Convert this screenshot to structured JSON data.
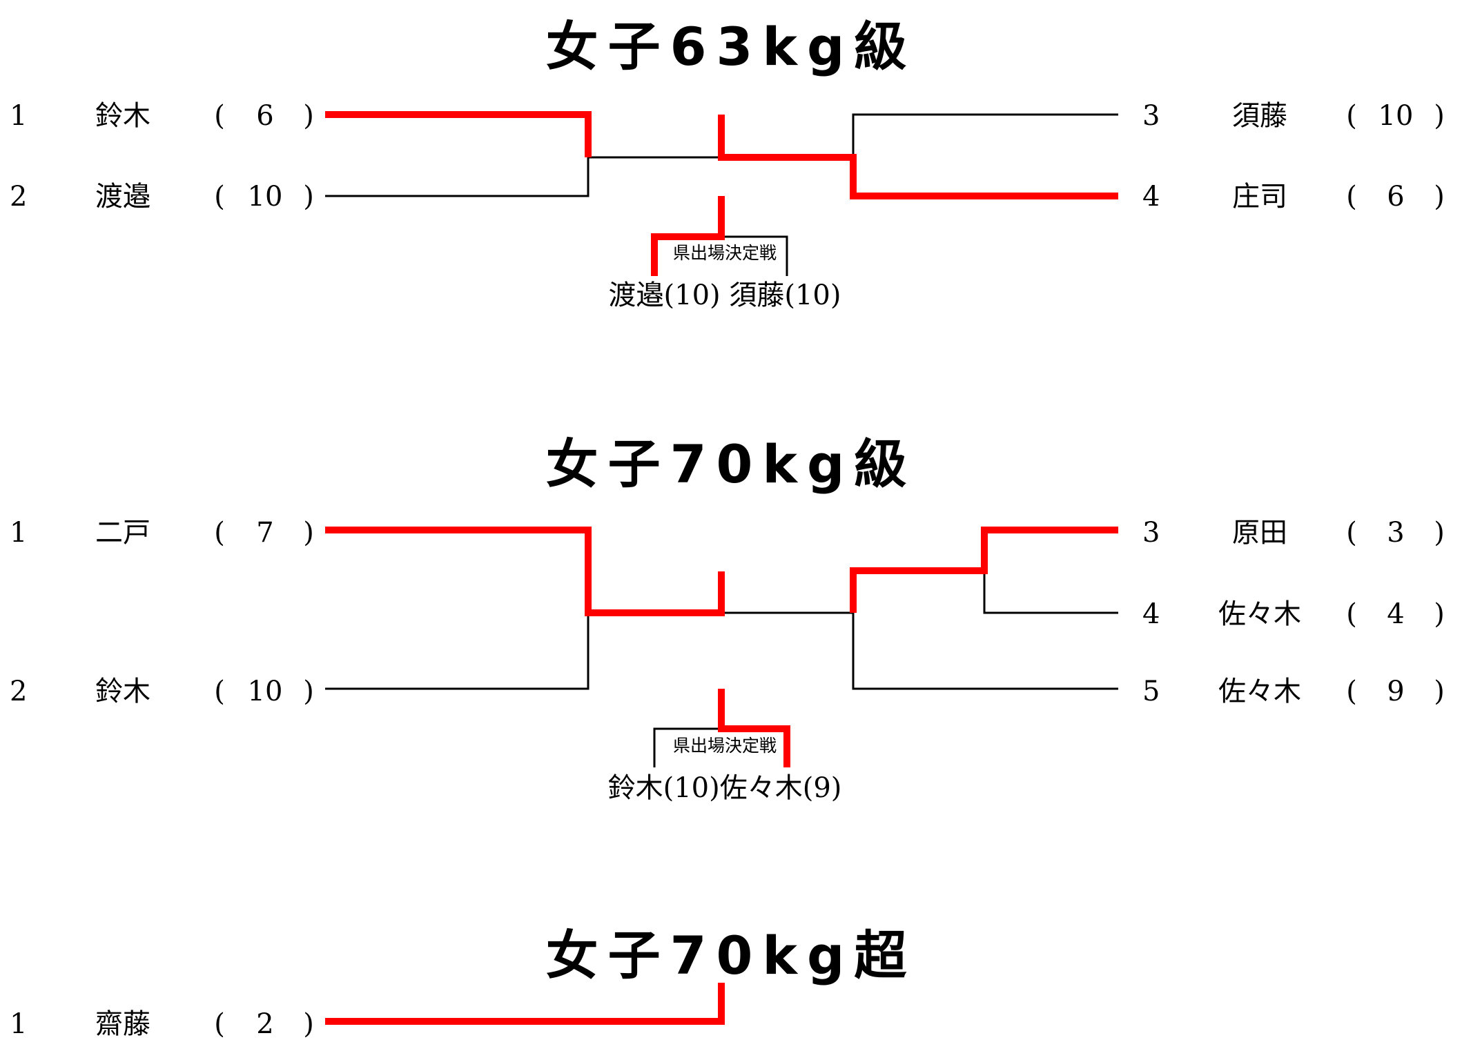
{
  "colors": {
    "winner": "#ff0000",
    "line": "#000000"
  },
  "divisions": [
    {
      "title": "女子63kg級",
      "left": [
        {
          "seed": "1",
          "name": "鈴木",
          "score": "6"
        },
        {
          "seed": "2",
          "name": "渡邉",
          "score": "10"
        }
      ],
      "right": [
        {
          "seed": "3",
          "name": "須藤",
          "score": "10"
        },
        {
          "seed": "4",
          "name": "庄司",
          "score": "6"
        }
      ],
      "playoff_label": "県出場決定戦",
      "playoff_result": "渡邉(10) 須藤(10)"
    },
    {
      "title": "女子70kg級",
      "left": [
        {
          "seed": "1",
          "name": "二戸",
          "score": "7"
        },
        {
          "seed": "2",
          "name": "鈴木",
          "score": "10"
        }
      ],
      "right": [
        {
          "seed": "3",
          "name": "原田",
          "score": "3"
        },
        {
          "seed": "4",
          "name": "佐々木",
          "score": "4"
        },
        {
          "seed": "5",
          "name": "佐々木",
          "score": "9"
        }
      ],
      "playoff_label": "県出場決定戦",
      "playoff_result": "鈴木(10)佐々木(9)"
    },
    {
      "title": "女子70kg超",
      "left": [
        {
          "seed": "1",
          "name": "齋藤",
          "score": "2"
        }
      ]
    }
  ]
}
